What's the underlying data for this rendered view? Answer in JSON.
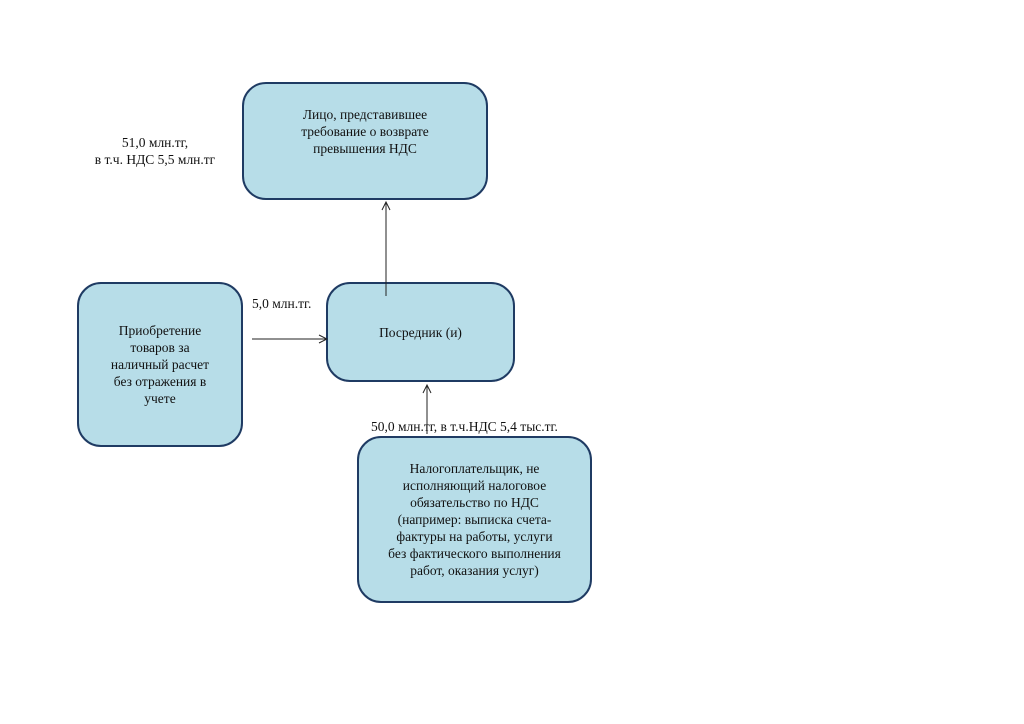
{
  "boxes": {
    "claimant": "Лицо, представившее\nтребование о возврате\nпревышения НДС",
    "purchase": "Приобретение\nтоваров за\nналичный расчет\nбез отражения в\nучете",
    "intermediary": "Посредник (и)",
    "taxpayer": "Налогоплательщик, не\nисполняющий налоговое\nобязательство по НДС\n(например: выписка счета-\nфактуры на работы, услуги\nбез фактического выполнения\nработ, оказания услуг)"
  },
  "labels": {
    "claim_amount": "51,0 млн.тг,\nв т.ч. НДС 5,5 млн.тг",
    "purchase_amount": "5,0 млн.тг.",
    "taxpayer_amount": "50,0 млн.тг, в т.ч.НДС 5,4 тыс.тг."
  },
  "colors": {
    "box_fill": "#b7dde8",
    "box_border": "#1f3b63",
    "arrow": "#222222"
  }
}
